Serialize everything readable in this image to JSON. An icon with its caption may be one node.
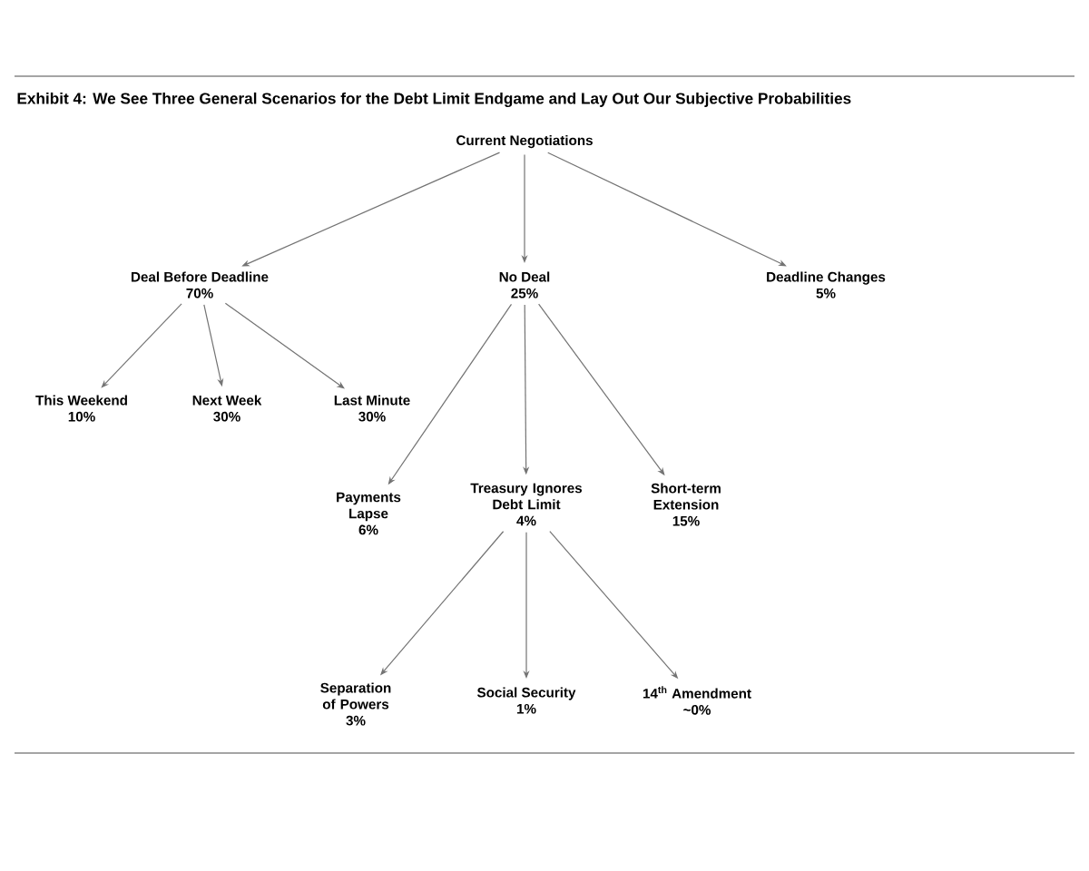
{
  "diagram": {
    "title": "Exhibit 4: We See Three General Scenarios for the Debt Limit Endgame and Lay Out Our Subjective Probabilities",
    "nodes": [
      {
        "text": [
          "Current Negotiations"
        ]
      },
      {
        "text": [
          "Deal Before Deadline",
          "70%"
        ]
      },
      {
        "text": [
          "No Deal",
          "25%"
        ]
      },
      {
        "text": [
          "Deadline Changes",
          "5%"
        ]
      },
      {
        "text": [
          "This Weekend",
          "10%"
        ]
      },
      {
        "text": [
          "Next Week",
          "30%"
        ]
      },
      {
        "text": [
          "Last Minute",
          "30%"
        ]
      },
      {
        "text": [
          "Payments Lapse",
          "6%"
        ]
      },
      {
        "text": [
          "Treasury Ignores Debt Limit",
          "4%"
        ]
      },
      {
        "text": [
          "Short-term Extension",
          "15%"
        ]
      },
      {
        "text": [
          "Separation of Powers",
          "3%"
        ]
      },
      {
        "text": [
          "Social Security",
          "1%"
        ]
      },
      {
        "text": [
          "14$^{th}$ Amendment",
          "~0%"
        ]
      }
    ],
    "edges": [
      {
        "from": 0,
        "to": 1,
        "arrow": "to"
      },
      {
        "from": 0,
        "to": 2,
        "arrow": "to"
      },
      {
        "from": 0,
        "to": 3,
        "arrow": "to"
      },
      {
        "from": 1,
        "to": 4,
        "arrow": "to"
      },
      {
        "from": 1,
        "to": 5,
        "arrow": "to"
      },
      {
        "from": 1,
        "to": 6,
        "arrow": "to"
      },
      {
        "from": 2,
        "to": 7,
        "arrow": "to"
      },
      {
        "from": 2,
        "to": 8,
        "arrow": "to"
      },
      {
        "from": 2,
        "to": 9,
        "arrow": "to"
      },
      {
        "from": 8,
        "to": 10,
        "arrow": "to"
      },
      {
        "from": 8,
        "to": 11,
        "arrow": "to"
      },
      {
        "from": 8,
        "to": 12,
        "arrow": "to"
      }
    ]
  }
}
